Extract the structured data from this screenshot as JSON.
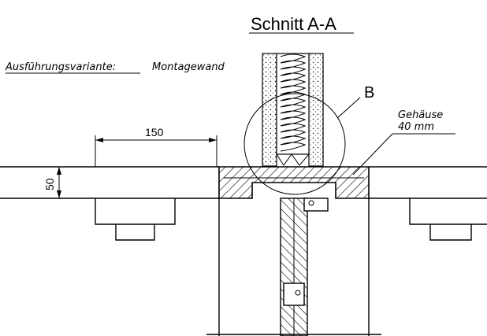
{
  "title": "Schnitt A-A",
  "variant": {
    "label": "Ausführungsvariante:",
    "value": "Montagewand"
  },
  "detail_label": "B",
  "housing": {
    "line1": "Gehäuse",
    "line2": "40 mm"
  },
  "dimensions": {
    "width": "150",
    "height": "50"
  }
}
